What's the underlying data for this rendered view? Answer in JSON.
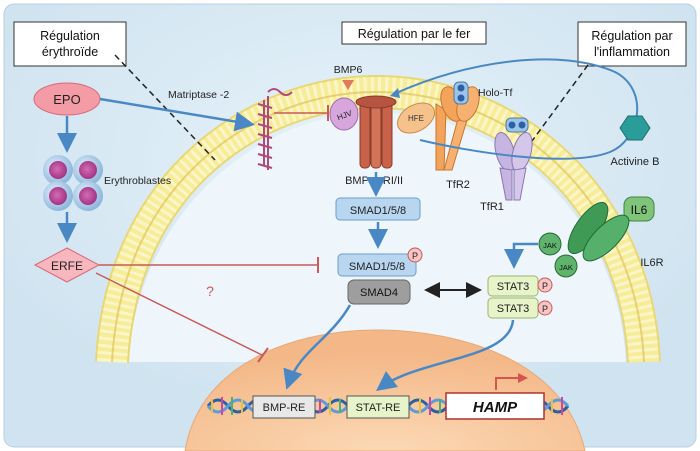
{
  "boxes": {
    "erythroid_line1": "Régulation",
    "erythroid_line2": "érythroïde",
    "iron": "Régulation par le fer",
    "inflammation_line1": "Régulation par",
    "inflammation_line2": "l'inflammation"
  },
  "labels": {
    "epo": "EPO",
    "matriptase": "Matriptase -2",
    "bmp6": "BMP6",
    "hjv": "HJV",
    "hfe": "HFE",
    "holo_tf": "Holo-Tf",
    "bmp_receptor_bmp": "BMP",
    "bmp_receptor_type": "RI/II",
    "tfr2": "TfR2",
    "tfr1": "TfR1",
    "activin_b": "Activine B",
    "il6": "IL6",
    "il6r": "IL6R",
    "jak": "JAK",
    "erythroblasts": "Erythroblastes",
    "erfe": "ERFE",
    "question": "?",
    "smad158": "SMAD1/5/8",
    "smad158_p": "SMAD1/5/8",
    "smad4": "SMAD4",
    "stat3_a": "STAT3",
    "stat3_b": "STAT3",
    "phospho": "P",
    "bmp_re": "BMP-RE",
    "stat_re": "STAT-RE",
    "hamp": "HAMP"
  },
  "colors": {
    "membrane": "#f7ec97",
    "membrane_head": "#fbf7cf",
    "background": "#dcecf5",
    "nucleus": "#f9c898",
    "arrow_blue": "#4a88c5",
    "inhibit_red": "#c85a5a",
    "epo_fill": "#f39ca6",
    "smad_fill": "#b8d6f0",
    "stat_fill": "#e7f3c9",
    "receptor_brown": "#c8624a",
    "tfr2_orange": "#f4a35a",
    "tfr1_purple": "#c5b5e0",
    "il6r_green": "#3e9a54"
  }
}
